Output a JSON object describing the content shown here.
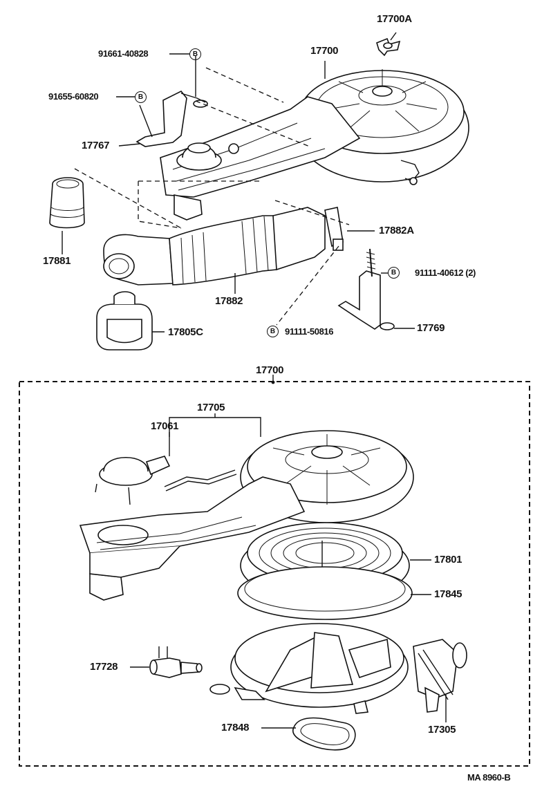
{
  "labels": {
    "p17700A": "17700A",
    "p17700_top": "17700",
    "p91661": "91661-40828",
    "p91655": "91655-60820",
    "p17767": "17767",
    "p17881": "17881",
    "p17882A": "17882A",
    "p17882": "17882",
    "p91111_40612": "91111-40612 (2)",
    "p17769": "17769",
    "p91111_50816": "91111-50816",
    "p17805C": "17805C",
    "p17700_box": "17700",
    "p17705": "17705",
    "p17061": "17061",
    "p17801": "17801",
    "p17845": "17845",
    "p17728": "17728",
    "p17848": "17848",
    "p17305": "17305"
  },
  "bolt_marker": "B",
  "diagram_code": "MA 8960-B"
}
